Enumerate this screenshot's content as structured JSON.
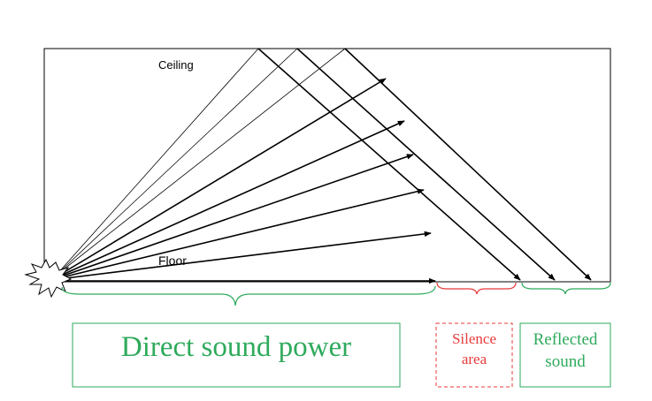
{
  "labels": {
    "ceiling": "Ceiling",
    "floor": "Floor",
    "direct": "Direct sound power",
    "silence_line1": "Silence",
    "silence_line2": "area",
    "reflected_line1": "Reflected",
    "reflected_line2": "sound"
  },
  "colors": {
    "line": "#000000",
    "direct_green": "#2eaa5c",
    "silence_red": "#e83a3a",
    "reflected_green": "#2eaa5c"
  },
  "icons": {
    "source": "sound-source-starburst-icon"
  }
}
